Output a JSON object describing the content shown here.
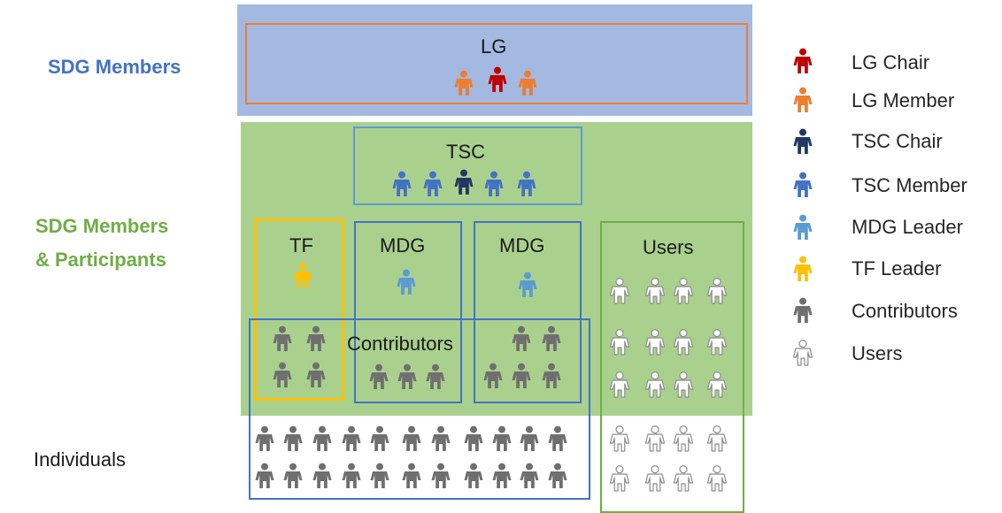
{
  "row_labels": {
    "sdg_members": "SDG Members",
    "sdg_members_participants_line1": "SDG Members",
    "sdg_members_participants_line2": "& Participants",
    "individuals": "Individuals"
  },
  "groups": {
    "lg": "LG",
    "tsc": "TSC",
    "tf": "TF",
    "mdg_1": "MDG",
    "mdg_2": "MDG",
    "users": "Users",
    "contributors": "Contributors"
  },
  "legend": [
    {
      "label": "LG Chair",
      "color": "#c00000",
      "icon": "person-icon"
    },
    {
      "label": "LG Member",
      "color": "#ed7d31",
      "icon": "person-icon"
    },
    {
      "label": "TSC Chair",
      "color": "#1f3864",
      "icon": "person-icon"
    },
    {
      "label": "TSC Member",
      "color": "#4472c4",
      "icon": "person-icon"
    },
    {
      "label": "MDG Leader",
      "color": "#5b9bd5",
      "icon": "person-icon"
    },
    {
      "label": "TF Leader",
      "color": "#ffc000",
      "icon": "person-icon"
    },
    {
      "label": "Contributors",
      "color": "#6f6f6f",
      "icon": "person-icon"
    },
    {
      "label": "Users",
      "color": "#ffffff",
      "icon": "person-outline-icon"
    }
  ],
  "colors": {
    "sdg_members_text": "#4472c4",
    "sdg_participants_text": "#70ad47",
    "lg_band": "#a4b9e1",
    "sdg_band": "#aad08e"
  }
}
